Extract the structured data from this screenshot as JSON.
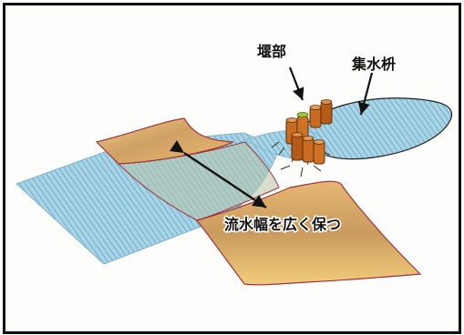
{
  "diagram": {
    "labels": {
      "weir": "堰部",
      "catch_basin": "集水枡",
      "flow_width": "流水幅を広く保つ"
    },
    "colors": {
      "water": "#8dc7dd",
      "water_hatch": "#5fa6c6",
      "bank_sand": "#efc778",
      "bank_dark": "#b89153",
      "outline": "#a2333a",
      "arrow": "#111111",
      "weir_brown": "#c86a1f",
      "weir_green": "#9cc63c"
    }
  }
}
